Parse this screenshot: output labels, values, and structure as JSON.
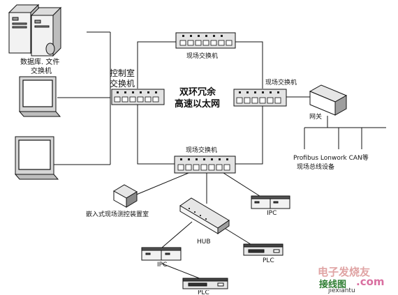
{
  "ring_title_line1": "双环冗余",
  "ring_title_line2": "高速以太网",
  "top_switch_label": "现场交换机",
  "right_switch_label": "现场交换机",
  "bottom_switch_label": "现场交换机",
  "control_switch_label_line1": "控制室",
  "control_switch_label_line2": "交换机",
  "server_label_line1": "数据库. 文件",
  "server_label_line2": "交换机",
  "gateway_label": "网关",
  "fieldbus_label_line1": "Profibus Lonwork CAN等",
  "fieldbus_label_line2": "现场总线设备",
  "embedded_label": "嵌入式现场测控装置室",
  "hub_label": "HUB",
  "ipc_right_label": "IPC",
  "ipc_left_label": "IPC",
  "plc_right_label": "PLC",
  "plc_bottom_label": "PLC",
  "watermark": {
    "brand": "电子发烧友",
    "site_a": "接线图",
    "site_b": ".com",
    "domain": "jiexiantu"
  }
}
